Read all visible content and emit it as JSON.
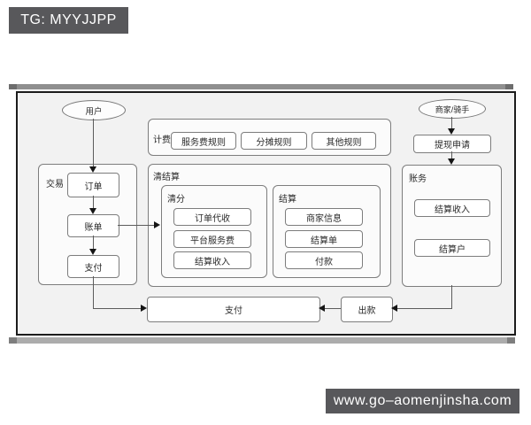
{
  "banners": {
    "top": "TG: MYYJJPP",
    "bottom": "www.go–aomenjinsha.com"
  },
  "diagram": {
    "actors": {
      "user": "用户",
      "merchant_rider": "商家/骑手"
    },
    "trade": {
      "label": "交易",
      "items": [
        "订单",
        "账单",
        "支付"
      ]
    },
    "billing": {
      "label": "计费",
      "items": [
        "服务费规则",
        "分摊规则",
        "其他规则"
      ]
    },
    "clearing_settlement": {
      "label": "清结算",
      "clearing": {
        "label": "清分",
        "items": [
          "订单代收",
          "平台服务费",
          "结算收入"
        ]
      },
      "settlement": {
        "label": "结算",
        "items": [
          "商家信息",
          "结算单",
          "付款"
        ]
      }
    },
    "withdraw_request": "提现申请",
    "accounting": {
      "label": "账务",
      "items": [
        "结算收入",
        "结算户"
      ]
    },
    "bottom_flow": {
      "pay": "支付",
      "payout": "出款"
    }
  },
  "colors": {
    "banner_bg": "#58585b",
    "canvas_bg": "#f2f2f2",
    "frame_border": "#1c1c1c",
    "box_border": "#7d7d7d",
    "line": "#5c5c5c",
    "strip_top": "#8f8f8f",
    "strip_bottom": "#acacac"
  }
}
